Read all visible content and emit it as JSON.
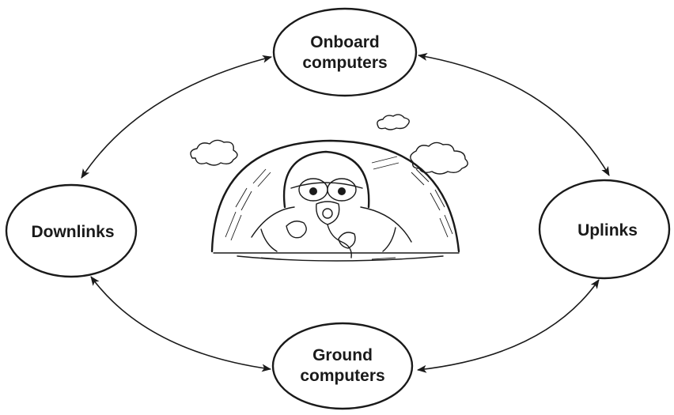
{
  "nodes": {
    "onboard": {
      "line1": "Onboard",
      "line2": "computers"
    },
    "downlinks": {
      "label": "Downlinks"
    },
    "uplinks": {
      "label": "Uplinks"
    },
    "ground": {
      "line1": "Ground",
      "line2": "computers"
    }
  },
  "colors": {
    "ink": "#1a1a1a",
    "background": "#ffffff"
  },
  "center_illustration": "pilot-in-cockpit-icon"
}
